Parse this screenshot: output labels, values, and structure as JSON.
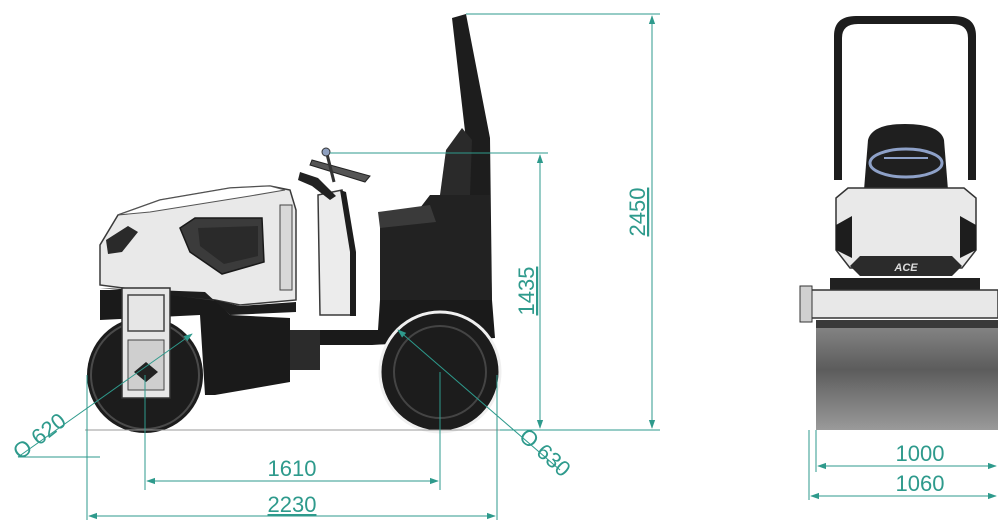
{
  "colors": {
    "dimension": "#2e9a8c",
    "body": "#1d1d1d",
    "panel": "#e9e9e9",
    "drum": "#6e6e6e"
  },
  "side_view": {
    "front_drum_diameter": "O 620",
    "rear_drum_diameter": "O 630",
    "wheelbase": "1610",
    "overall_length": "2230",
    "steering_height": "1435",
    "overall_height": "2450"
  },
  "front_view": {
    "drum_width": "1000",
    "overall_width": "1060",
    "brand_logo": "ACE"
  }
}
